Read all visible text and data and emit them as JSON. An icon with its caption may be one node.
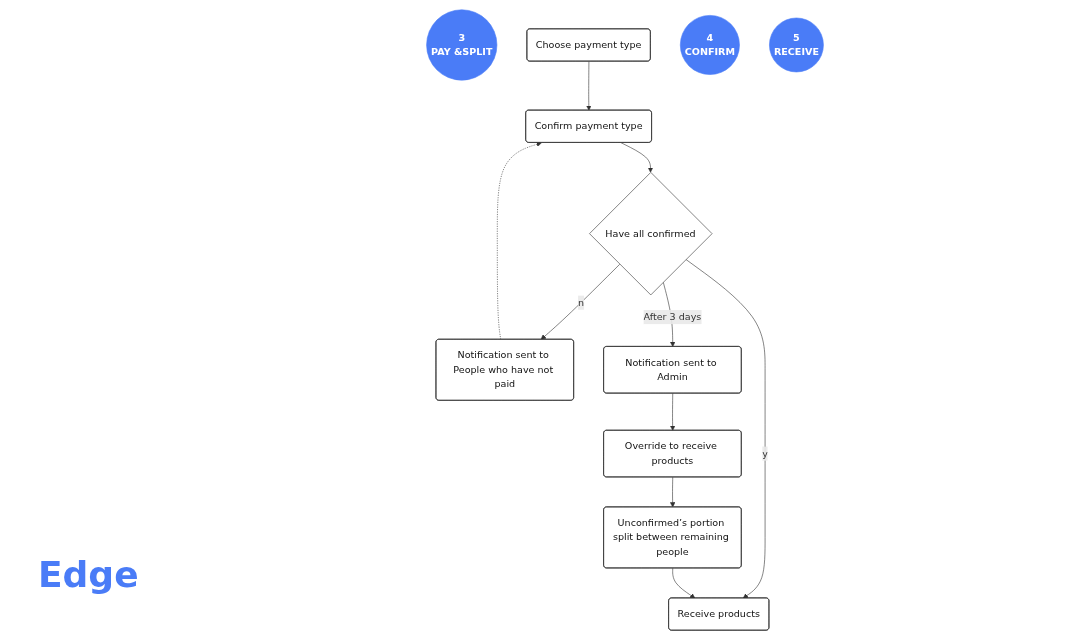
{
  "diagram": {
    "nodes": [
      {
        "text": [
          "3",
          "PAY &SPLIT"
        ]
      },
      {
        "text": [
          "Choose payment type"
        ]
      },
      {
        "text": [
          "4",
          "CONFIRM"
        ]
      },
      {
        "text": [
          "Confirm payment type"
        ]
      },
      {
        "text": [
          "5",
          "RECEIVE"
        ]
      },
      {
        "text": [
          "Have all confirmed"
        ]
      },
      {
        "text": [
          "Receive products"
        ]
      },
      {
        "text": [
          "Notification sent to People who have not paid"
        ]
      },
      {
        "text": [
          "Unconfirmed’s portion split between remaining people"
        ]
      },
      {
        "text": [
          "Notification sent to Admin"
        ]
      },
      {
        "text": [
          "Override to receive products"
        ]
      }
    ],
    "edges": [
      {
        "from": 1,
        "to": 3,
        "arrow": "to"
      },
      {
        "from": 7,
        "to": 3,
        "arrow": "to",
        "style": "dashed"
      },
      {
        "from": 3,
        "to": 5,
        "arrow": "to"
      },
      {
        "from": 5,
        "to": 6,
        "label": "y",
        "arrow": "to"
      },
      {
        "from": 5,
        "to": 7,
        "label": "n",
        "arrow": "to"
      },
      {
        "from": 5,
        "to": 9,
        "label": "After 3 days",
        "arrow": "to"
      },
      {
        "from": 9,
        "to": 10,
        "arrow": "to"
      },
      {
        "from": 10,
        "to": 8,
        "arrow": "to"
      },
      {
        "from": 8,
        "to": 6,
        "arrow": "to"
      }
    ],
    "labels": [
      "Edge"
    ]
  }
}
